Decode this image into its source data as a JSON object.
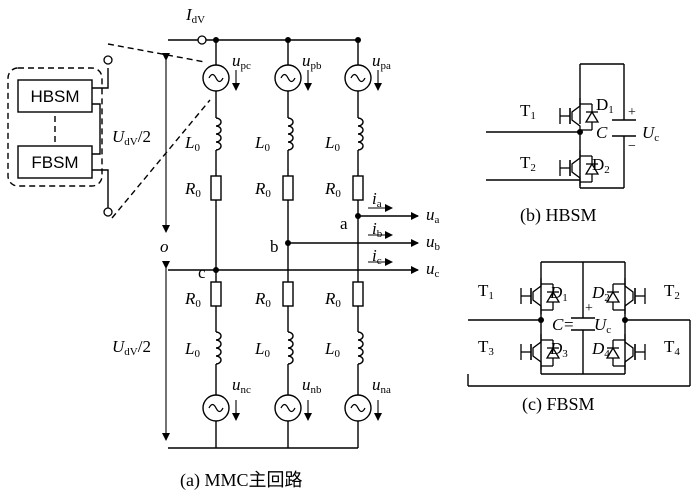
{
  "main_circuit": {
    "caption": "(a)  MMC主回路",
    "dc_current": {
      "sym": "I",
      "sub": "dV"
    },
    "dc_half_voltage_top": {
      "sym": "U",
      "sub": "dV",
      "suffix": "/2"
    },
    "dc_half_voltage_bottom": {
      "sym": "U",
      "sub": "dV",
      "suffix": "/2"
    },
    "midpoint_label": "o",
    "upper_sources": [
      {
        "sym": "u",
        "sub": "pc"
      },
      {
        "sym": "u",
        "sub": "pb"
      },
      {
        "sym": "u",
        "sub": "pa"
      }
    ],
    "lower_sources": [
      {
        "sym": "u",
        "sub": "nc"
      },
      {
        "sym": "u",
        "sub": "nb"
      },
      {
        "sym": "u",
        "sub": "na"
      }
    ],
    "inductor": {
      "sym": "L",
      "sub": "0"
    },
    "resistor": {
      "sym": "R",
      "sub": "0"
    },
    "nodes": [
      "a",
      "b",
      "c"
    ],
    "phase_currents": [
      {
        "sym": "i",
        "sub": "a"
      },
      {
        "sym": "i",
        "sub": "b"
      },
      {
        "sym": "i",
        "sub": "c"
      }
    ],
    "phase_voltages": [
      {
        "sym": "u",
        "sub": "a"
      },
      {
        "sym": "u",
        "sub": "b"
      },
      {
        "sym": "u",
        "sub": "c"
      }
    ],
    "submodule_stack": [
      "HBSM",
      "FBSM"
    ]
  },
  "hbsm": {
    "caption": "(b)  HBSM",
    "switches": [
      {
        "t": "T",
        "tsub": "1",
        "d": "D",
        "dsub": "1"
      },
      {
        "t": "T",
        "tsub": "2",
        "d": "D",
        "dsub": "2"
      }
    ],
    "capacitor": {
      "sym": "C",
      "plus": "+",
      "minus": "−",
      "volt": "U",
      "vsub": "c"
    }
  },
  "fbsm": {
    "caption": "(c)  FBSM",
    "switches": [
      {
        "t": "T",
        "tsub": "1",
        "d": "D",
        "dsub": "1"
      },
      {
        "t": "T",
        "tsub": "2",
        "d": "D",
        "dsub": "2"
      },
      {
        "t": "T",
        "tsub": "3",
        "d": "D",
        "dsub": "3"
      },
      {
        "t": "T",
        "tsub": "4",
        "d": "D",
        "dsub": "4"
      }
    ],
    "capacitor": {
      "sym": "C",
      "plus": "+",
      "eq": "=",
      "volt": "U",
      "vsub": "c"
    }
  }
}
